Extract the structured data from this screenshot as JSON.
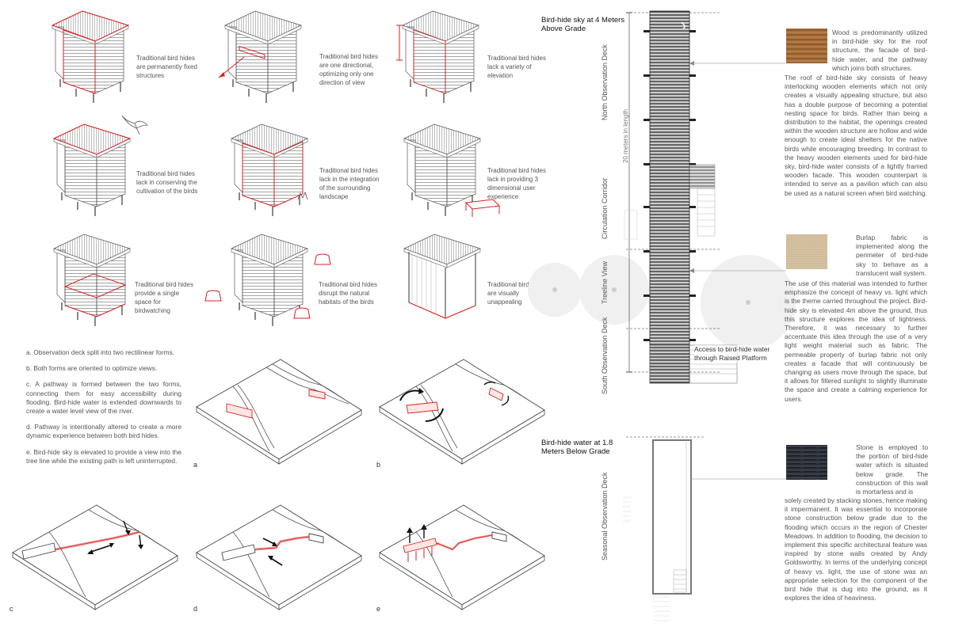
{
  "hide_captions": [
    "Traditional bird hides are permanently fixed structures",
    "Traditional bird hides are one directional, optimizing only one direction of view",
    "Traditional bird hides lack a variety of elevation",
    "Traditional bird hides lack in conserving the cultivation of the birds",
    "Traditional bird hides lack in the integration of the surrounding landscape",
    "Traditional bird hides lack in providing 3 dimensional user experience",
    "Traditional bird hides provide a single space for birdwatching",
    "Traditional bird hides disrupt the natural habitats of the birds",
    "Traditional bird hides are visually unappealing"
  ],
  "steps": [
    "a. Observation deck split into two rectilinear forms.",
    "b. Both forms are oriented to optimize views.",
    "c. A pathway is formed between the two forms, connecting them for easy accessibility during flooding. Bird-hide water is extended downwards to create a water level view of the river.",
    "d. Pathway is intentionally altered to create a more dynamic experience between both bird hides.",
    "e. Bird-hide sky is elevated to provide a view into the tree line while the existing path is left uninterrupted."
  ],
  "diagram_labels": [
    "a",
    "b",
    "c",
    "d",
    "e"
  ],
  "plan": {
    "sky_title": "Bird-hide sky at 4 Meters Above Grade",
    "water_title": "Bird-hide water at 1.8 Meters Below Grade",
    "zones": [
      "North Observation Deck",
      "Circulation Corridor",
      "Treeline View",
      "South Observation Deck"
    ],
    "water_zone": "Seasonal Observation Deck",
    "length_note": "20 meters in length",
    "access_note": "Access to bird-hide water through Raised Platform"
  },
  "materials": {
    "wood_intro": "Wood is predominantly utilized in bird-hide sky for the roof structure, the facade of bird-hide water, and the pathway which joins both structures.",
    "wood_body": "The roof of bird-hide sky consists of heavy interlocking wooden elements which not only creates a visually appealing structure, but also has a double purpose of becoming a potential nesting space for birds. Rather than being a distribution to the habitat, the openings created within the wooden structure are hollow and wide enough to create ideal shelters for the native birds while encouraging breeding. In contrast to the heavy wooden elements used for bird-hide sky, bird-hide water consists of a lightly framed wooden facade. This wooden counterpart is intended to serve as a pavilion which can also be used as a natural screen when bird watching.",
    "burlap_intro": "Burlap fabric is implemented along the perimeter of bird-hide sky to behave as a translucent wall system.",
    "burlap_body": "The use of this material was intended to further emphasize the concept of heavy vs. light which is the theme carried throughout the project. Bird-hide sky is elevated 4m above the ground, thus this structure explores the idea of lightness. Therefore, it was necessary to further accentuate this idea through the use of a very light weight material such as fabric. The permeable property of burlap fabric not only creates a facade that will continuously be changing as users move through the space, but it allows for filtered sunlight to slightly illuminate the space and create a calming experience for users.",
    "stone_intro": "Stone is employed to the portion of bird-hide water which is situated below grade. The construction of this wall is mortarless and is",
    "stone_body": "solely created by stacking stones, hence making it impermanent. It was essential to incorporate stone construction below grade due to the flooding which occurs in the region of Chester Meadows. In addition to flooding, the decision to implement this specific architectural feature was inspired by stone walls created by Andy Goldsworthy. In terms of the underlying concept of heavy vs. light, the use of stone was an appropriate selection for the component of the bird hide that is dug into the ground, as it explores the idea of heaviness."
  },
  "colors": {
    "highlight": "#d9201e",
    "line": "#555555",
    "circle": "#eeeeee"
  }
}
